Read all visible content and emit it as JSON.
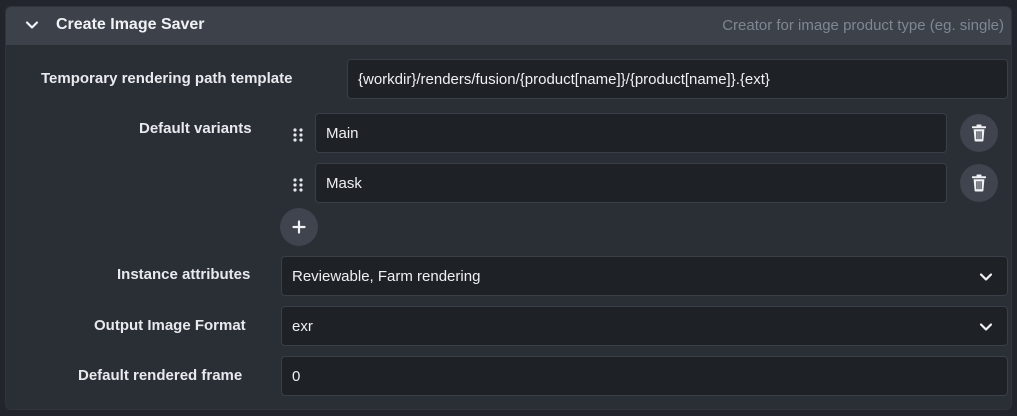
{
  "header": {
    "title": "Create Image Saver",
    "description": "Creator for image product type (eg. single)"
  },
  "path_template": {
    "label": "Temporary rendering path template",
    "value": "{workdir}/renders/fusion/{product[name]}/{product[name]}.{ext}"
  },
  "default_variants": {
    "label": "Default variants",
    "items": [
      {
        "value": "Main"
      },
      {
        "value": "Mask"
      }
    ],
    "add_icon": "plus-icon",
    "delete_icon": "trash-icon",
    "drag_icon": "drag-handle-icon"
  },
  "instance_attributes": {
    "label": "Instance attributes",
    "value": "Reviewable, Farm rendering"
  },
  "output_format": {
    "label": "Output Image Format",
    "value": "exr"
  },
  "rendered_frame": {
    "label": "Default rendered frame",
    "value": "0"
  },
  "colors": {
    "background": "#22252b",
    "panel": "#2a2e35",
    "header": "#3c414a",
    "field": "#1e2126",
    "button": "#3f444e",
    "text": "#e8eaee",
    "muted_text": "#7f8793"
  }
}
